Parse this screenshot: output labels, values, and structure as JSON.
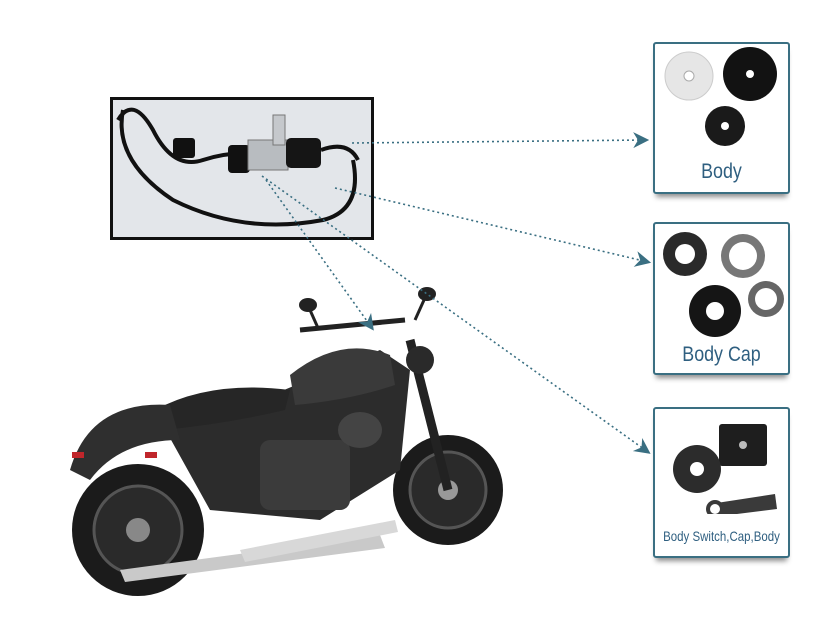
{
  "panels": [
    {
      "label": "Body"
    },
    {
      "label": "Body Cap"
    },
    {
      "label": "Body Switch,Cap,Body"
    }
  ],
  "colors": {
    "accent": "#2f5f80",
    "border": "#3a6f82",
    "arrow": "#3a6f82"
  }
}
